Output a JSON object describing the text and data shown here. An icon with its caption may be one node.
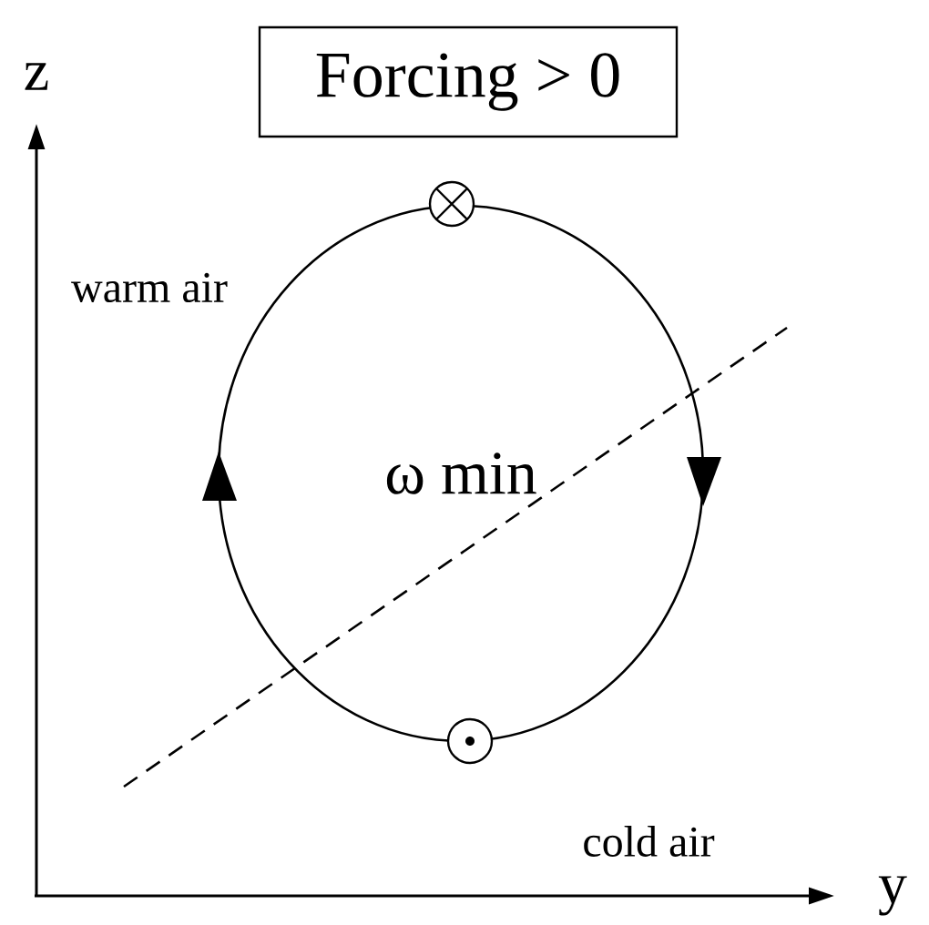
{
  "diagram": {
    "nodes": [
      {
        "text": [
          "Forcing > 0"
        ]
      },
      {
        "text": [
          "ω min"
        ]
      }
    ],
    "labels": [
      "z",
      "warm air",
      "cold air",
      "y"
    ]
  }
}
